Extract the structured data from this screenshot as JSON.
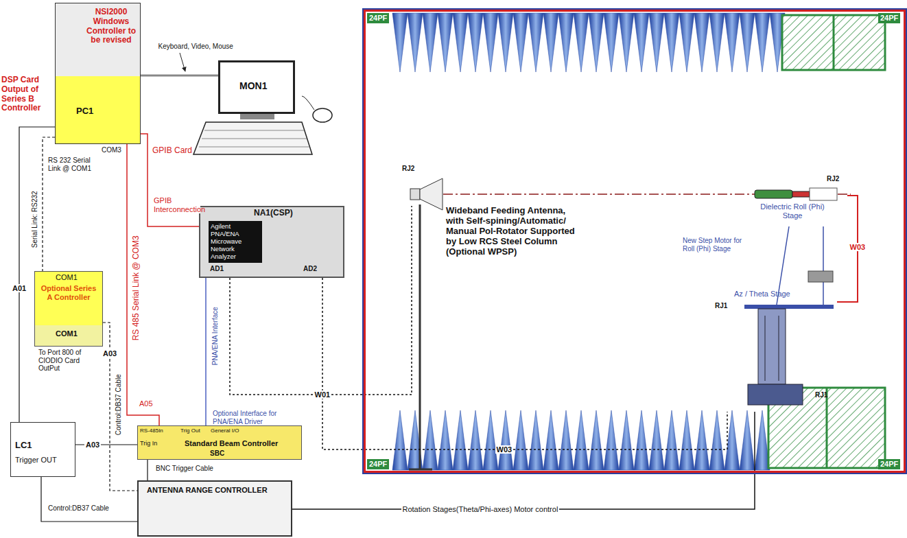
{
  "diagram": {
    "nodes": [
      {
        "text": [
          "NSI2000 Windows Controller to be revised",
          "PC1"
        ]
      },
      {
        "text": [
          "MON1"
        ]
      },
      {
        "text": [
          "COM1",
          "Optional Series A Controller",
          "COM1"
        ]
      },
      {
        "text": [
          "NA1(CSP)",
          "Agilent PNA/ENA Microwave Network Analyzer",
          "AD1",
          "AD2"
        ]
      },
      {
        "text": [
          "LC1",
          "Trigger OUT"
        ]
      },
      {
        "text": [
          "RS-485In",
          "Trig Out",
          "General I/O",
          "Trig In",
          "Standard Beam Controller",
          "SBC"
        ]
      },
      {
        "text": [
          "ANTENNA RANGE CONTROLLER"
        ]
      },
      {
        "text": [
          "24PF",
          "24PF",
          "24PF",
          "24PF"
        ]
      },
      {
        "text": [
          "RJ2"
        ],
        "in": 7
      },
      {
        "text": [
          "RJ2",
          "Dielectric Roll (Phi) Stage"
        ],
        "in": 7
      },
      {
        "text": [
          "Az / Theta Stage",
          "RJ1",
          "RJ1"
        ],
        "in": 7
      }
    ],
    "edges": [
      {
        "from": 0,
        "to": 1,
        "label": "Keyboard, Video, Mouse",
        "arrow": "none"
      },
      {
        "from": 0,
        "to": 3,
        "label": "GPIB Interconnection",
        "arrow": "none"
      },
      {
        "from": 0,
        "to": 2,
        "label": "Serial Link: RS232",
        "arrow": "none"
      },
      {
        "from": 0,
        "to": 4,
        "label": "A01",
        "arrow": "none"
      },
      {
        "from": 0,
        "to": 5,
        "label": "RS 485 Serial Link @ COM3",
        "arrow": "none"
      },
      {
        "from": 3,
        "to": 5,
        "label": "PNA/ENA Interface",
        "arrow": "none"
      },
      {
        "from": 2,
        "to": 6,
        "label": "Control:DB37 Cable",
        "arrow": "none"
      },
      {
        "from": 4,
        "to": 5,
        "label": "A03",
        "arrow": "none"
      },
      {
        "from": 4,
        "to": 6,
        "label": "Control:DB37 Cable",
        "arrow": "none"
      },
      {
        "from": 5,
        "to": 6,
        "label": "BNC Trigger Cable",
        "arrow": "none"
      },
      {
        "from": 3,
        "to": 8,
        "label": "W01",
        "arrow": "none"
      },
      {
        "from": 3,
        "to": 10,
        "label": "W03",
        "arrow": "none"
      },
      {
        "from": 6,
        "to": 10,
        "label": "Rotation Stages(Theta/Phi-axes) Motor control",
        "arrow": "none"
      },
      {
        "from": 10,
        "to": 9,
        "label": "W03",
        "arrow": "none"
      }
    ],
    "labels": [
      "DSP Card Output of Series B Controller",
      "COM3",
      "GPIB Card",
      "RS 232 Serial Link @ COM1",
      "To Port 800 of CIODIO Card OutPut",
      "A05",
      "Optional Interface for PNA/ENA Driver",
      "Wideband Feeding Antenna, with Self-spining/Automatic/ Manual Pol-Rotator Supported by Low RCS Steel Column (Optional WPSP)",
      "New Step Motor for Roll (Phi) Stage",
      "A03"
    ]
  }
}
